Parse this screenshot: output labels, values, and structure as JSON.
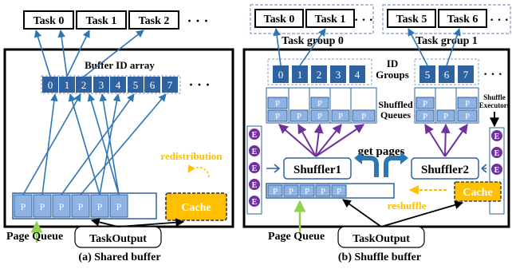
{
  "left": {
    "tasks": [
      "Task 0",
      "Task 1",
      "Task 2"
    ],
    "ellipsis": "· · ·",
    "buffer_title": "Buffer ID array",
    "buffer_ids": [
      "0",
      "1",
      "2",
      "3",
      "4",
      "5",
      "6",
      "7"
    ],
    "pages": [
      "P",
      "P",
      "P",
      "P",
      "P",
      "P"
    ],
    "redistribution": "redistribution",
    "cache": "Cache",
    "page_queue": "Page Queue",
    "task_output": "TaskOutput",
    "caption": "(a) Shared buffer"
  },
  "right": {
    "tasks_g0": [
      "Task 0",
      "Task 1"
    ],
    "tasks_g1": [
      "Task 5",
      "Task 6"
    ],
    "ellipsis": "· · ·",
    "group0": "Task group 0",
    "group1": "Task group 1",
    "ids_g0": [
      "0",
      "1",
      "2",
      "3",
      "4"
    ],
    "ids_g1": [
      "5",
      "6",
      "7"
    ],
    "id_groups_label": "ID\nGroups",
    "shuffled_queues": "Shuffled\nQueues",
    "shuffle_executors": "Shuffle\nExecutors",
    "get_pages": "get pages",
    "shuffler1": "Shuffler1",
    "shuffler2": "Shuffler2",
    "pages": [
      "P",
      "P",
      "P",
      "P",
      "P"
    ],
    "executor_letter": "E",
    "cache": "Cache",
    "reshuffle": "reshuffle",
    "page_queue": "Page Queue",
    "task_output": "TaskOutput",
    "caption": "(b) Shuffle buffer"
  },
  "colors": {
    "blue_dark": "#2E62A0",
    "blue_light": "#8FB4E3",
    "arrow_blue": "#2E75B6",
    "purple": "#7030A0",
    "orange": "#FFC000",
    "green": "#92D050",
    "dash_blue": "#7F9CC8"
  }
}
